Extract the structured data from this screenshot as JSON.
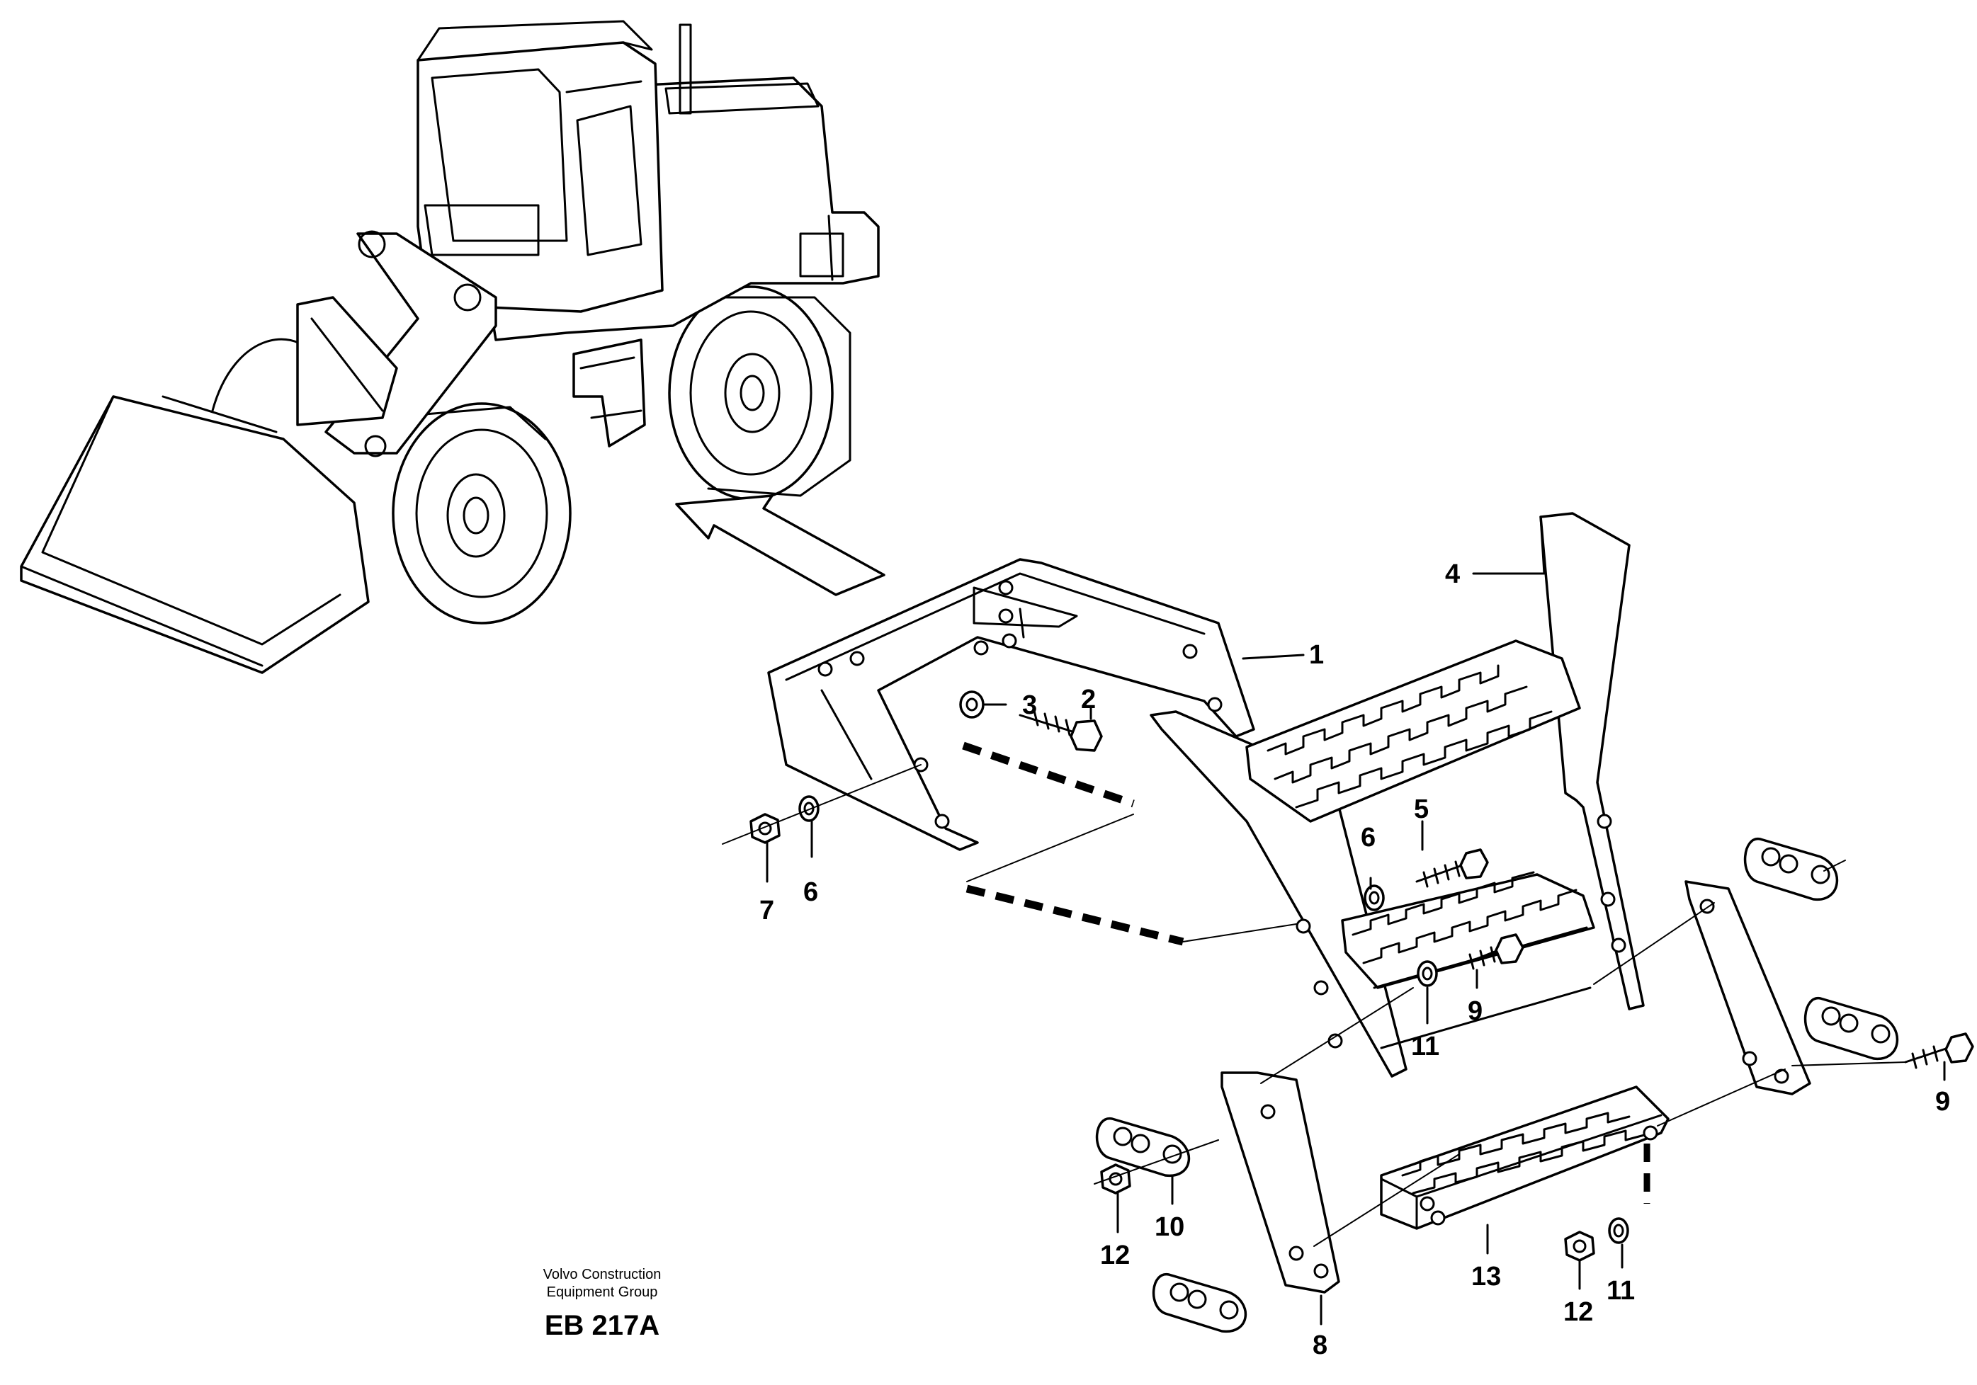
{
  "footer": {
    "company_line1": "Volvo Construction",
    "company_line2": "Equipment Group",
    "drawing_code": "EB 217A"
  },
  "callouts": [
    "1",
    "2",
    "3",
    "4",
    "5",
    "6",
    "6",
    "7",
    "8",
    "9",
    "9",
    "10",
    "11",
    "11",
    "12",
    "12",
    "13"
  ]
}
